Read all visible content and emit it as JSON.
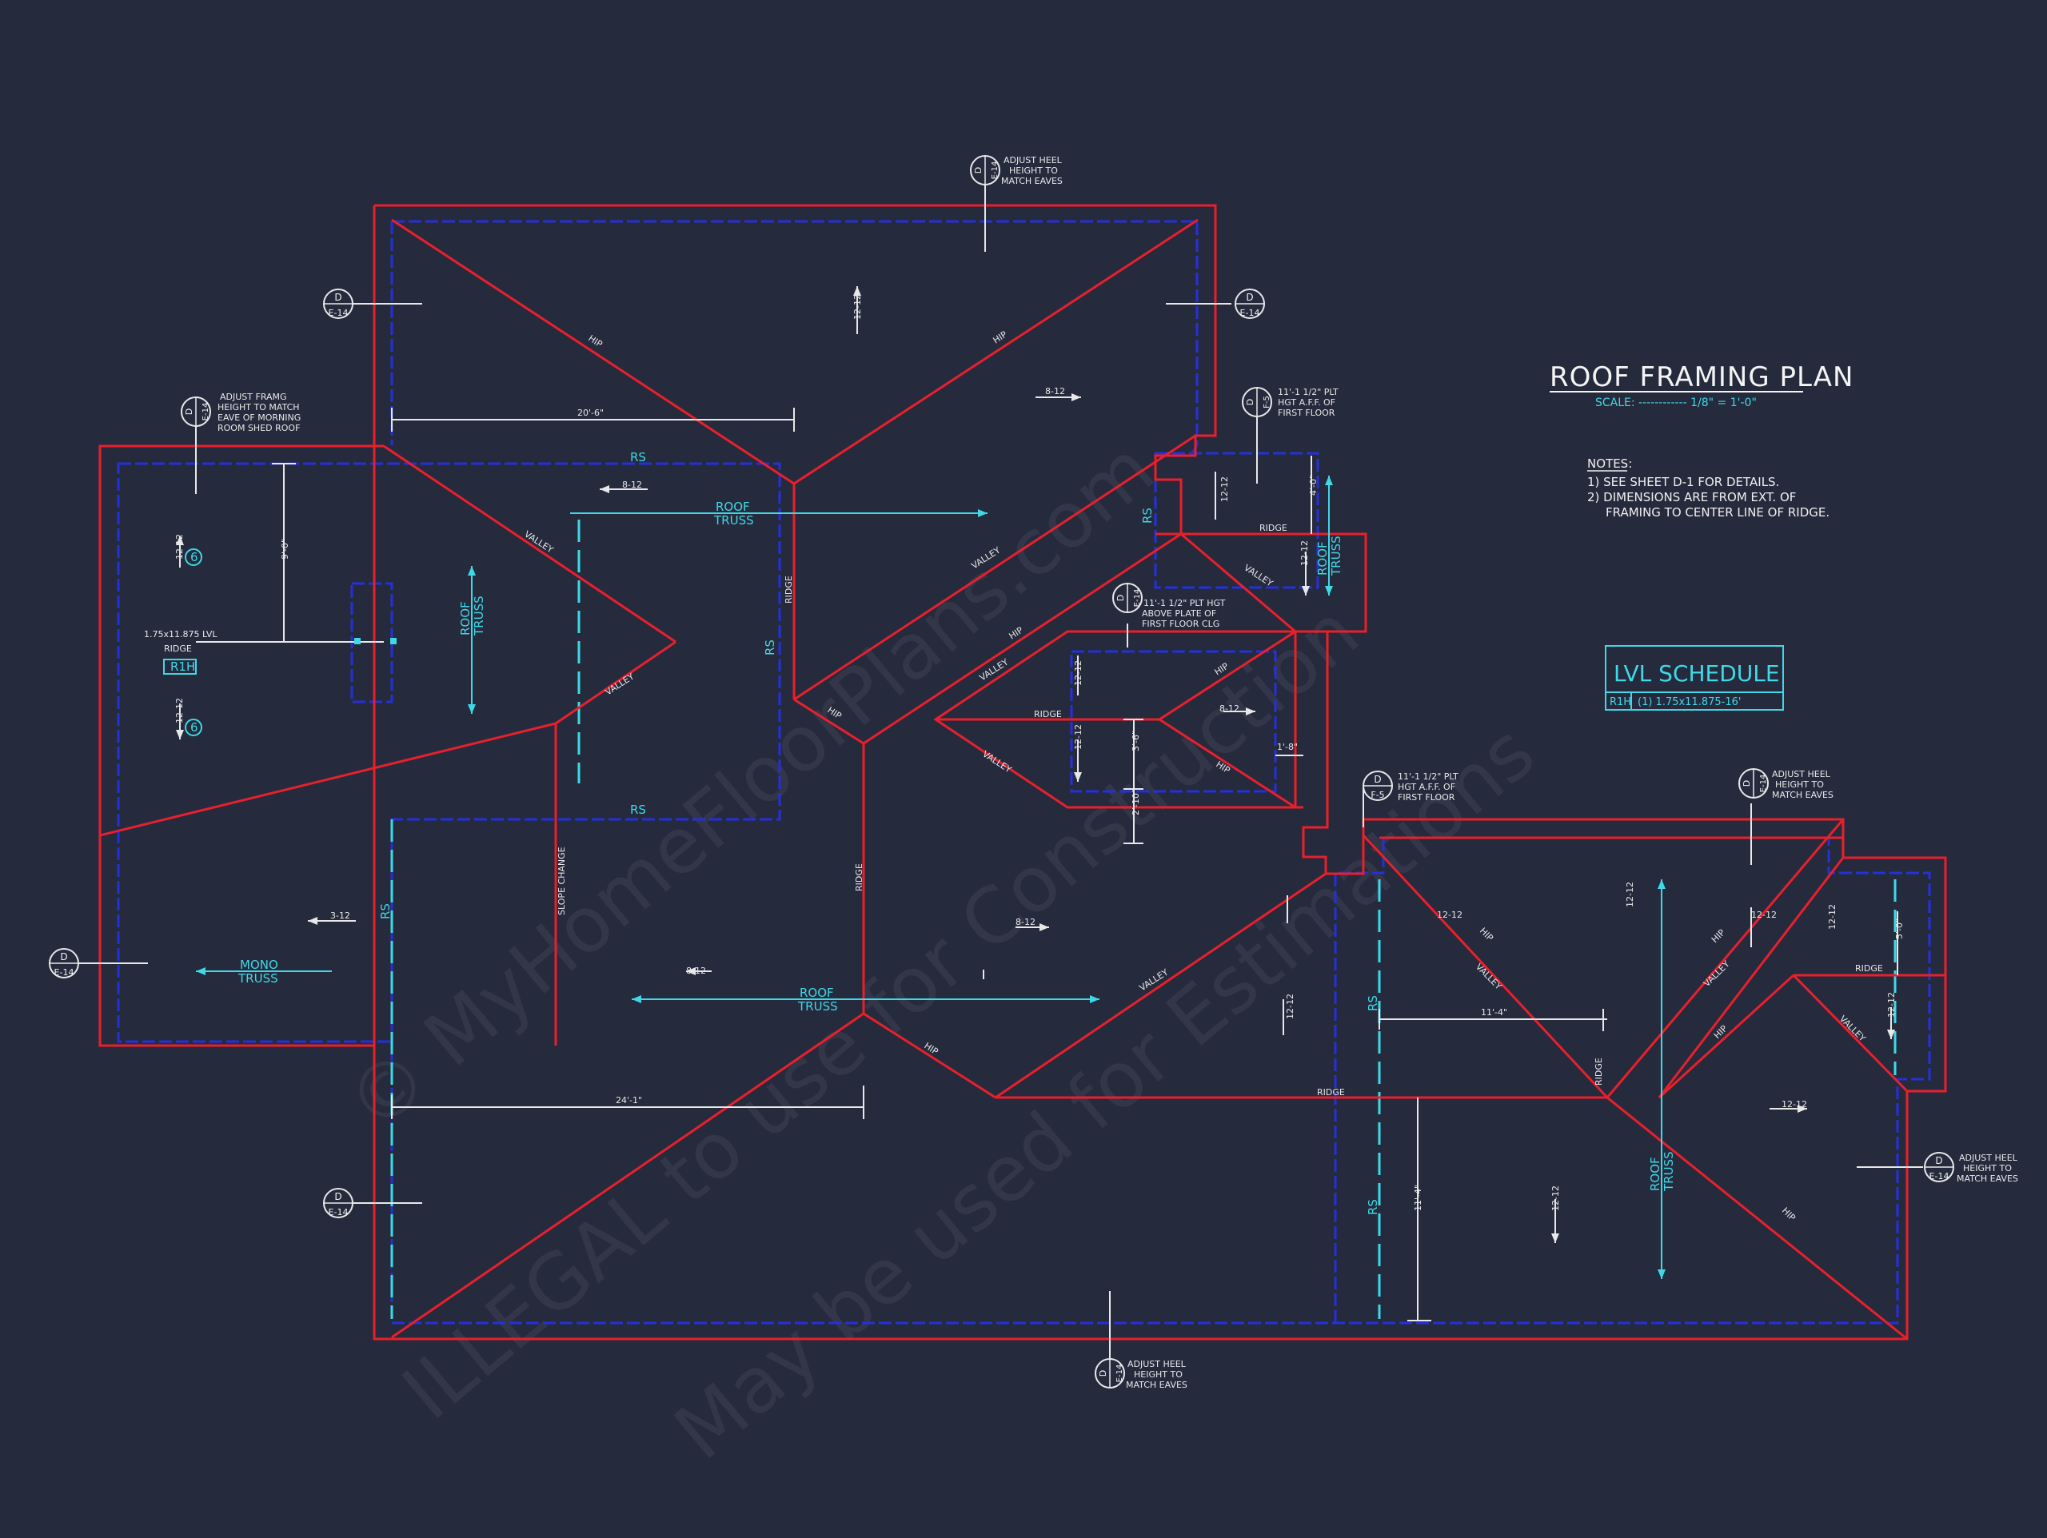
{
  "title": "ROOF FRAMING PLAN",
  "scale": "SCALE: ------------ 1/8\" = 1'-0\"",
  "notes": {
    "heading": "NOTES:",
    "items": [
      "1)  SEE SHEET D-1 FOR DETAILS.",
      "2)  DIMENSIONS ARE FROM EXT. OF",
      "FRAMING TO CENTER LINE OF RIDGE."
    ]
  },
  "lvl_schedule": {
    "title": "LVL SCHEDULE",
    "tag": "R1H",
    "value": "(1) 1.75x11.875-16'"
  },
  "watermark": {
    "line1": "© MyHomeFloorPlans.com",
    "line2": "ILLEGAL to use for Construction",
    "line3": "May be used for Estimations"
  },
  "callouts": {
    "d": "D",
    "e14": "E-14",
    "f5": "F-5",
    "adjust_heel": [
      "ADJUST HEEL",
      "HEIGHT TO",
      "MATCH EAVES"
    ],
    "adjust_framing": [
      "ADJUST FRAMG",
      "HEIGHT TO MATCH",
      "EAVE OF MORNING",
      "ROOM SHED ROOF"
    ],
    "plt_first_floor": [
      "11'-1 1/2\" PLT",
      "HGT A.F.F. OF",
      "FIRST FLOOR"
    ],
    "plt_above": [
      "11'-1 1/2\" PLT HGT",
      "ABOVE PLATE OF",
      "FIRST FLOOR CLG"
    ]
  },
  "labels": {
    "hip": "HIP",
    "valley": "VALLEY",
    "ridge": "RIDGE",
    "rs": "RS",
    "roof": "ROOF",
    "truss": "TRUSS",
    "mono": "MONO",
    "slope_change": "SLOPE CHANGE",
    "lvl_ridge_1": "1.75x11.875 LVL",
    "lvl_ridge_2": "RIDGE",
    "r1h": "R1H",
    "p812": "8-12",
    "p1212": "12-12",
    "p312": "3-12",
    "n6": "6"
  },
  "dimensions": {
    "d1": "20'-6\"",
    "d2": "24'-1\"",
    "d3": "9'-0\"",
    "d4": "11'-4\"",
    "d5": "11'-4\"",
    "d6": "4'-0\"",
    "d7": "3'-6\"",
    "d8": "2'-10\"",
    "d9": "1'-8\"",
    "d10": "5'-0\""
  },
  "colors": {
    "background": "#262a3d",
    "roof_outline": "#e8202c",
    "wall_line": "#2630d8",
    "annotation": "#3fd8e6",
    "text": "#f0f0f0"
  }
}
